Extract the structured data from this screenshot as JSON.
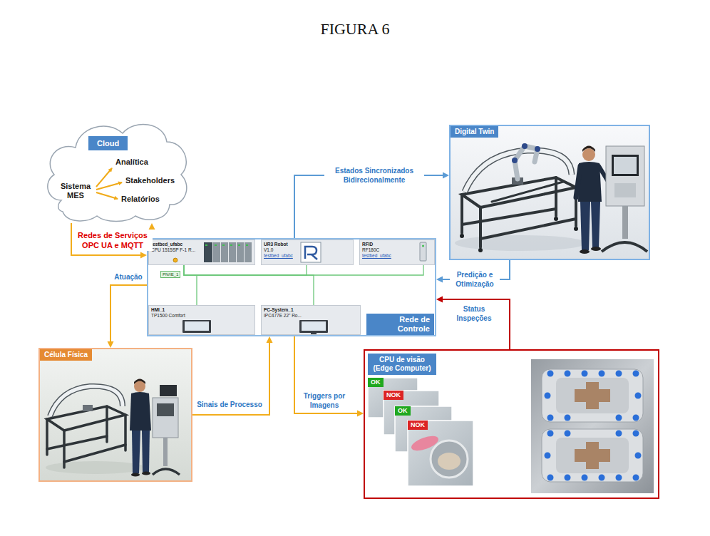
{
  "diagram": {
    "title": "FIGURA 6",
    "nodes": [
      {
        "text": [
          "Cloud",
          "Analítica",
          "Stakeholders",
          "Sistema MES",
          "Relatórios"
        ]
      },
      {
        "text": [
          "Digital Twin"
        ]
      },
      {
        "text": [
          "Rede de Controle"
        ]
      },
      {
        "text": [
          "testbed_ufabc",
          "CPU 1515SP F-1 R..."
        ],
        "in": 2
      },
      {
        "text": [
          "UR3 Robot",
          "V1.0",
          "testbed_ufabc"
        ],
        "in": 2
      },
      {
        "text": [
          "RFID",
          "RF180C",
          "testbed_ufabc"
        ],
        "in": 2
      },
      {
        "text": [
          "PN/IE_1"
        ],
        "in": 2
      },
      {
        "text": [
          "HMI_1",
          "TP1500 Comfort"
        ],
        "in": 2
      },
      {
        "text": [
          "PC-System_1",
          "IPC477E 22\" Ro..."
        ],
        "in": 2
      },
      {
        "text": [
          "Célula Física"
        ]
      },
      {
        "text": [
          "CPU de visão (Edge Computer)"
        ]
      },
      {
        "text": [
          "OK"
        ],
        "in": 10
      },
      {
        "text": [
          "NOK"
        ],
        "in": 10
      },
      {
        "text": [
          "OK"
        ],
        "in": 10
      },
      {
        "text": [
          "NOK"
        ],
        "in": 10
      }
    ],
    "edges": [
      {
        "from": 0,
        "to": 2,
        "label": "Redes de Serviços OPC UA e MQTT",
        "arrow": "to"
      },
      {
        "from": 2,
        "to": 0,
        "arrow": "to"
      },
      {
        "from": 2,
        "to": 1,
        "label": "Estados Sincronizados Bidirecionalmente",
        "arrow": "to"
      },
      {
        "from": 1,
        "to": 2,
        "label": "Predição e Otimização",
        "arrow": "to"
      },
      {
        "from": 10,
        "to": 2,
        "label": "Status Inspeções",
        "arrow": "to"
      },
      {
        "from": 2,
        "to": 9,
        "label": "Atuação",
        "arrow": "to"
      },
      {
        "from": 9,
        "to": 2,
        "label": "Sinais de Processo",
        "arrow": "to"
      },
      {
        "from": 2,
        "to": 10,
        "label": "Triggers por Imagens",
        "arrow": "to"
      },
      {
        "from": 3,
        "to": 4,
        "arrow": "none"
      },
      {
        "from": 3,
        "to": 5,
        "arrow": "none"
      },
      {
        "from": 3,
        "to": 7,
        "arrow": "none"
      },
      {
        "from": 3,
        "to": 8,
        "arrow": "none"
      }
    ]
  }
}
